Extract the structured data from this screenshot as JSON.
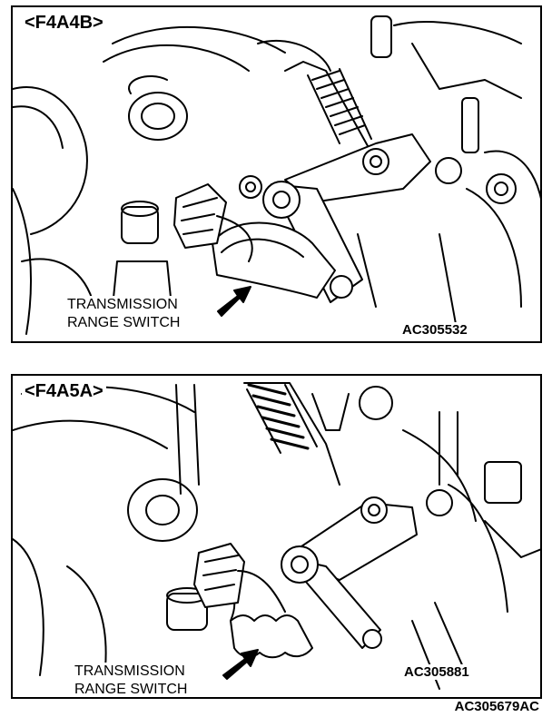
{
  "figures": [
    {
      "variant": "<F4A4B>",
      "callout_line1": "TRANSMISSION",
      "callout_line2": "RANGE SWITCH",
      "figure_code": "AC305532"
    },
    {
      "variant": "<F4A5A>",
      "callout_line1": "TRANSMISSION",
      "callout_line2": "RANGE SWITCH",
      "figure_code": "AC305881"
    }
  ],
  "footer_code": "AC305679AC"
}
